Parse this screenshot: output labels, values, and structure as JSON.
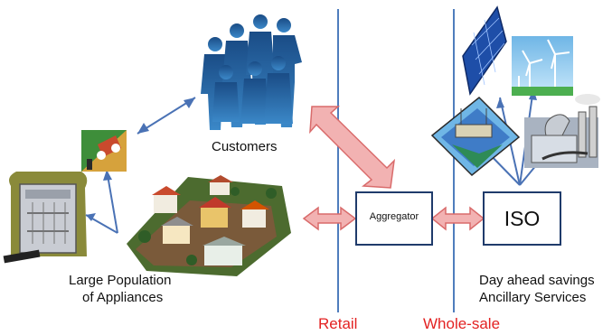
{
  "labels": {
    "customers": "Customers",
    "appliances_line1": "Large Population",
    "appliances_line2": "of Appliances",
    "aggregator": "Aggregator",
    "iso": "ISO",
    "iso_line1": "Day ahead savings",
    "iso_line2": "Ancillary Services",
    "retail": "Retail",
    "wholesale": "Whole-sale"
  },
  "colors": {
    "divider": "#4f7dbd",
    "arrow_fill": "#f2b2b2",
    "arrow_stroke": "#d96b6b",
    "link": "#4a72b5",
    "red_text": "#e32222",
    "people": "#1e5fa0"
  },
  "icons": [
    "people-icon",
    "dishwasher-icon",
    "house-chores-icon",
    "neighborhood-icon",
    "solar-panel-icon",
    "wind-turbine-icon",
    "hydro-dam-icon",
    "power-plant-icon"
  ]
}
